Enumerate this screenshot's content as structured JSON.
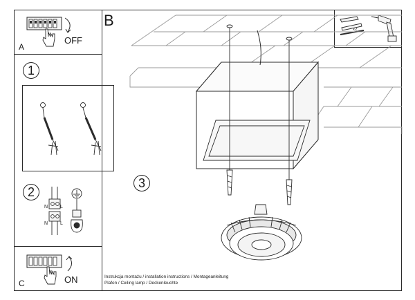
{
  "panels": {
    "a": {
      "letter": "A",
      "action": "OFF"
    },
    "b": {
      "letter": "B"
    },
    "c": {
      "letter": "C",
      "action": "ON"
    }
  },
  "steps": [
    "1",
    "2",
    "3"
  ],
  "tools": {
    "count": "x2"
  },
  "wiring": {
    "n1": "N",
    "l1": "L",
    "n2": "N",
    "l2": "L"
  },
  "caption": {
    "line1": "Instrukcja montażu / installation instructions / Montageanleitung",
    "line2": "Plafon / Ceiling lamp / Deckenleuchte"
  },
  "colors": {
    "line": "#2b2b2b",
    "brick": "#9a9a9a",
    "fill": "#f4f4f4"
  },
  "icons": [
    "terminal-block-icon",
    "hand-icon",
    "arrow-icon",
    "screw-icon",
    "anchor-icon",
    "drill-icon",
    "ground-icon",
    "connector-icon"
  ]
}
